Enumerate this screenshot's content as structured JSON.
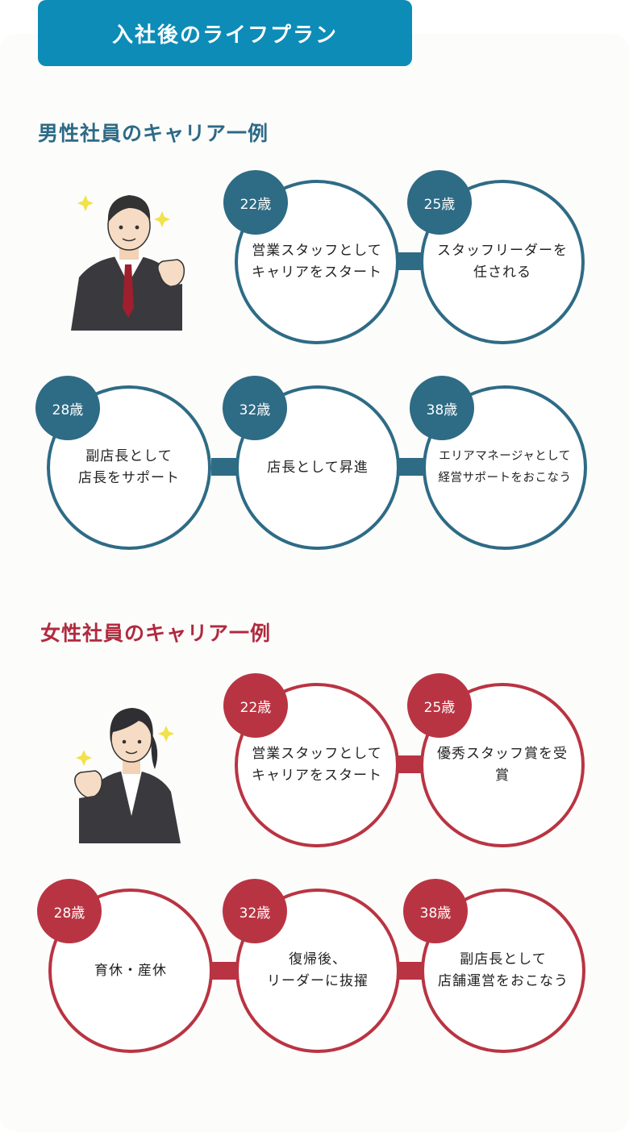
{
  "header": {
    "title": "入社後のライフプラン"
  },
  "male": {
    "title": "男性社員のキャリア一例",
    "color": "#2e6b85",
    "steps": [
      {
        "age": "22歳",
        "text": "営業スタッフとして\nキャリアをスタート"
      },
      {
        "age": "25歳",
        "text": "スタッフリーダーを\n任される"
      },
      {
        "age": "28歳",
        "text": "副店長として\n店長をサポート"
      },
      {
        "age": "32歳",
        "text": "店長として昇進"
      },
      {
        "age": "38歳",
        "text": "エリアマネージャとして\n経営サポートをおこなう"
      }
    ]
  },
  "female": {
    "title": "女性社員のキャリア一例",
    "color": "#b93442",
    "steps": [
      {
        "age": "22歳",
        "text": "営業スタッフとして\nキャリアをスタート"
      },
      {
        "age": "25歳",
        "text": "優秀スタッフ賞を受賞"
      },
      {
        "age": "28歳",
        "text": "育休・産休"
      },
      {
        "age": "32歳",
        "text": "復帰後、\nリーダーに抜擢"
      },
      {
        "age": "38歳",
        "text": "副店長として\n店舗運営をおこなう"
      }
    ]
  },
  "accent_colors": {
    "banner": "#0d8cb8",
    "male": "#2e6b85",
    "female": "#b93442"
  },
  "icons": [
    "businessman-illustration",
    "businesswoman-illustration",
    "sparkle-icon"
  ]
}
